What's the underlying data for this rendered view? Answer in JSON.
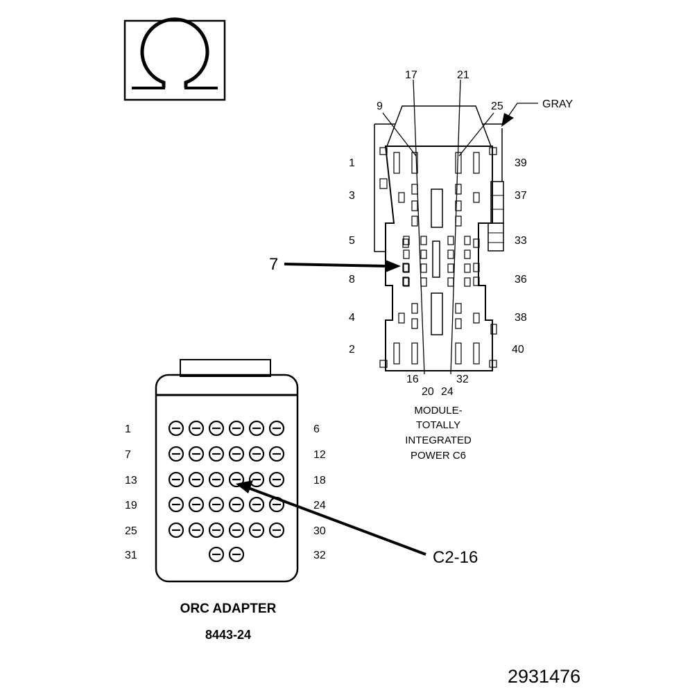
{
  "ohm_symbol": "Ω",
  "module_connector": {
    "wire_color_label": "GRAY",
    "top_pin_labels": [
      "17",
      "21",
      "9",
      "25"
    ],
    "left_pin_labels": [
      "1",
      "3",
      "5",
      "8",
      "4",
      "2"
    ],
    "right_pin_labels": [
      "39",
      "37",
      "33",
      "36",
      "38",
      "40"
    ],
    "bottom_pin_labels": [
      "16",
      "32",
      "20",
      "24"
    ],
    "callout_pin": "7",
    "title": [
      "MODULE-",
      "TOTALLY",
      "INTEGRATED",
      "POWER C6"
    ]
  },
  "adapter": {
    "left_row_labels": [
      "1",
      "7",
      "13",
      "19",
      "25",
      "31"
    ],
    "right_row_labels": [
      "6",
      "12",
      "18",
      "24",
      "30",
      "32"
    ],
    "callout": "C2-16",
    "name": "ORC ADAPTER",
    "part_number": "8443-24"
  },
  "figure_number": "2931476"
}
